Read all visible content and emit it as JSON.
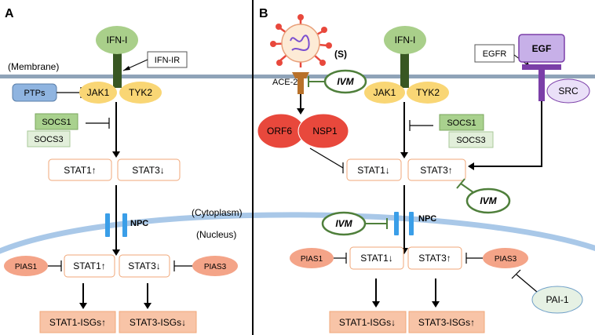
{
  "panel_a": {
    "label": "A",
    "membrane": "(Membrane)",
    "ifn": "IFN-I",
    "receptor": "IFN-IR",
    "ptps": "PTPs",
    "jak1": "JAK1",
    "tyk2": "TYK2",
    "socs1": "SOCS1",
    "socs3": "SOCS3",
    "stat1": "STAT1↑",
    "stat3": "STAT3↓",
    "npc": "NPC",
    "pias1": "PIAS1",
    "nstat1": "STAT1↑",
    "nstat3": "STAT3↓",
    "pias3": "PIAS3",
    "isg1": "STAT1-ISGs↑",
    "isg3": "STAT3-ISGs↓"
  },
  "panel_b": {
    "label": "B",
    "virus": "(S)",
    "ace2": "ACE-2",
    "ivm": "IVM",
    "ifn": "IFN-I",
    "egfr": "EGFR",
    "egf": "EGF",
    "src": "SRC",
    "jak1": "JAK1",
    "tyk2": "TYK2",
    "orf6": "ORF6",
    "nsp1": "NSP1",
    "socs1": "SOCS1",
    "socs3": "SOCS3",
    "stat1": "STAT1↓",
    "stat3": "STAT3↑",
    "cytoplasm": "(Cytoplasm)",
    "nucleus": "(Nucleus)",
    "npc": "NPC",
    "pias1": "PIAS1",
    "nstat1": "STAT1↓",
    "nstat3": "STAT3↑",
    "pias3": "PIAS3",
    "pai1": "PAI-1",
    "isg1": "STAT1-ISGs↓",
    "isg3": "STAT3-ISGs↑"
  },
  "colors": {
    "membrane": "#8fa3b8",
    "nucleus": "#a9c8e8",
    "ifn": "#a9cf8a",
    "jak": "#f9d675",
    "ptps": "#8fb4e0",
    "socs1": "#a9d18e",
    "socs3": "#e2efda",
    "pias": "#f4a488",
    "isg": "#f8c4a7",
    "orf": "#e8483c",
    "egf": "#c7b0e8",
    "egfr_stem": "#7b3fa8",
    "src": "#eae0f8",
    "pai1": "#e6f1e4",
    "ivm_border": "#4f7f3b",
    "npc": "#3a9ee8"
  }
}
